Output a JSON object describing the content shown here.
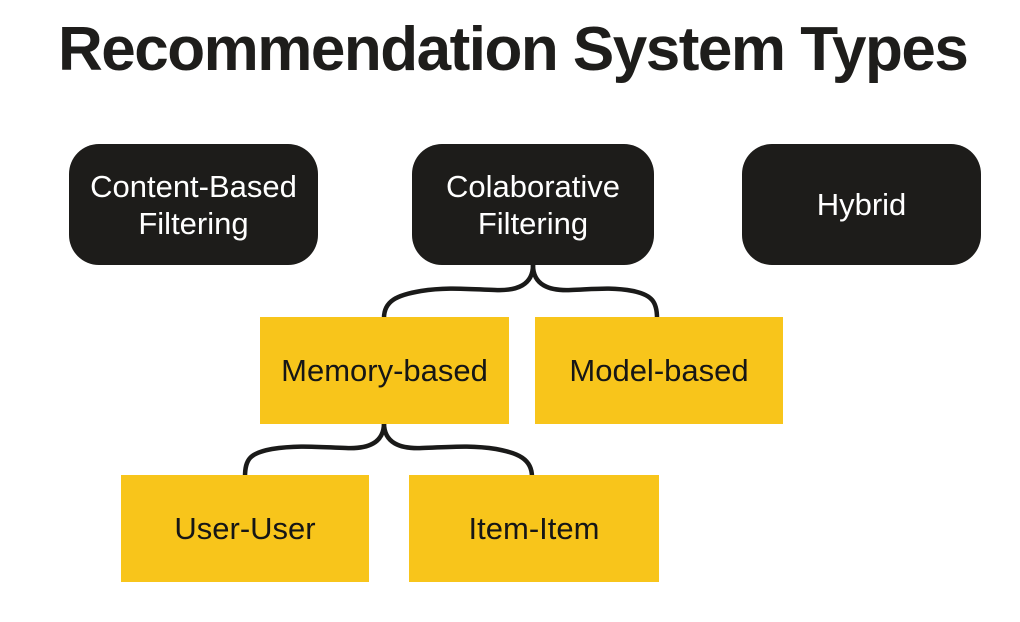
{
  "title": "Recommendation System Types",
  "nodes": {
    "content_based": {
      "label": "Content-Based\nFiltering",
      "variant": "dark"
    },
    "collaborative": {
      "label": "Colaborative\nFiltering",
      "variant": "dark"
    },
    "hybrid": {
      "label": "Hybrid",
      "variant": "dark"
    },
    "memory_based": {
      "label": "Memory-based",
      "variant": "yellow"
    },
    "model_based": {
      "label": "Model-based",
      "variant": "yellow"
    },
    "user_user": {
      "label": "User-User",
      "variant": "yellow"
    },
    "item_item": {
      "label": "Item-Item",
      "variant": "yellow"
    }
  },
  "edges": [
    {
      "from": "collaborative",
      "to": "memory_based"
    },
    {
      "from": "collaborative",
      "to": "model_based"
    },
    {
      "from": "memory_based",
      "to": "user_user"
    },
    {
      "from": "memory_based",
      "to": "item_item"
    }
  ],
  "colors": {
    "background": "#ffffff",
    "title_text": "#1e1d1b",
    "node_dark": "#1d1c1a",
    "node_yellow": "#f8c51b",
    "text_on_dark": "#ffffff",
    "text_on_yellow": "#161616",
    "line": "#1a1a19"
  }
}
